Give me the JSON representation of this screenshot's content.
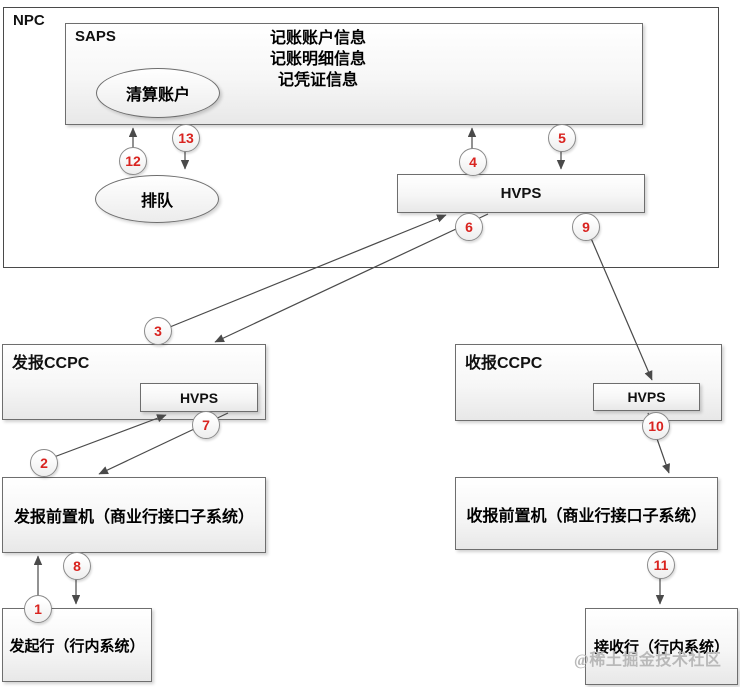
{
  "diagram": {
    "npc": {
      "label": "NPC",
      "hvps_label": "HVPS"
    },
    "saps": {
      "label": "SAPS",
      "info_lines": [
        "记账账户信息",
        "记账明细信息",
        "记凭证信息"
      ],
      "clearing_account_label": "清算账户"
    },
    "queue_label": "排队",
    "sending_ccpc": {
      "label": "发报CCPC",
      "hvps_label": "HVPS"
    },
    "receiving_ccpc": {
      "label": "收报CCPC",
      "hvps_label": "HVPS"
    },
    "sending_front_label": "发报前置机（商业行接口子系统）",
    "receiving_front_label": "收报前置机（商业行接口子系统）",
    "initiating_bank_label": "发起行（行内系统）",
    "receiving_bank_label": "接收行（行内系统）",
    "steps": [
      "1",
      "2",
      "3",
      "4",
      "5",
      "6",
      "7",
      "8",
      "9",
      "10",
      "11",
      "12",
      "13"
    ],
    "watermark": "@稀土掘金技术社区",
    "colors": {
      "step_number": "#d9231f",
      "line": "#4a4a4a",
      "box_border": "#6e6e6e"
    }
  }
}
